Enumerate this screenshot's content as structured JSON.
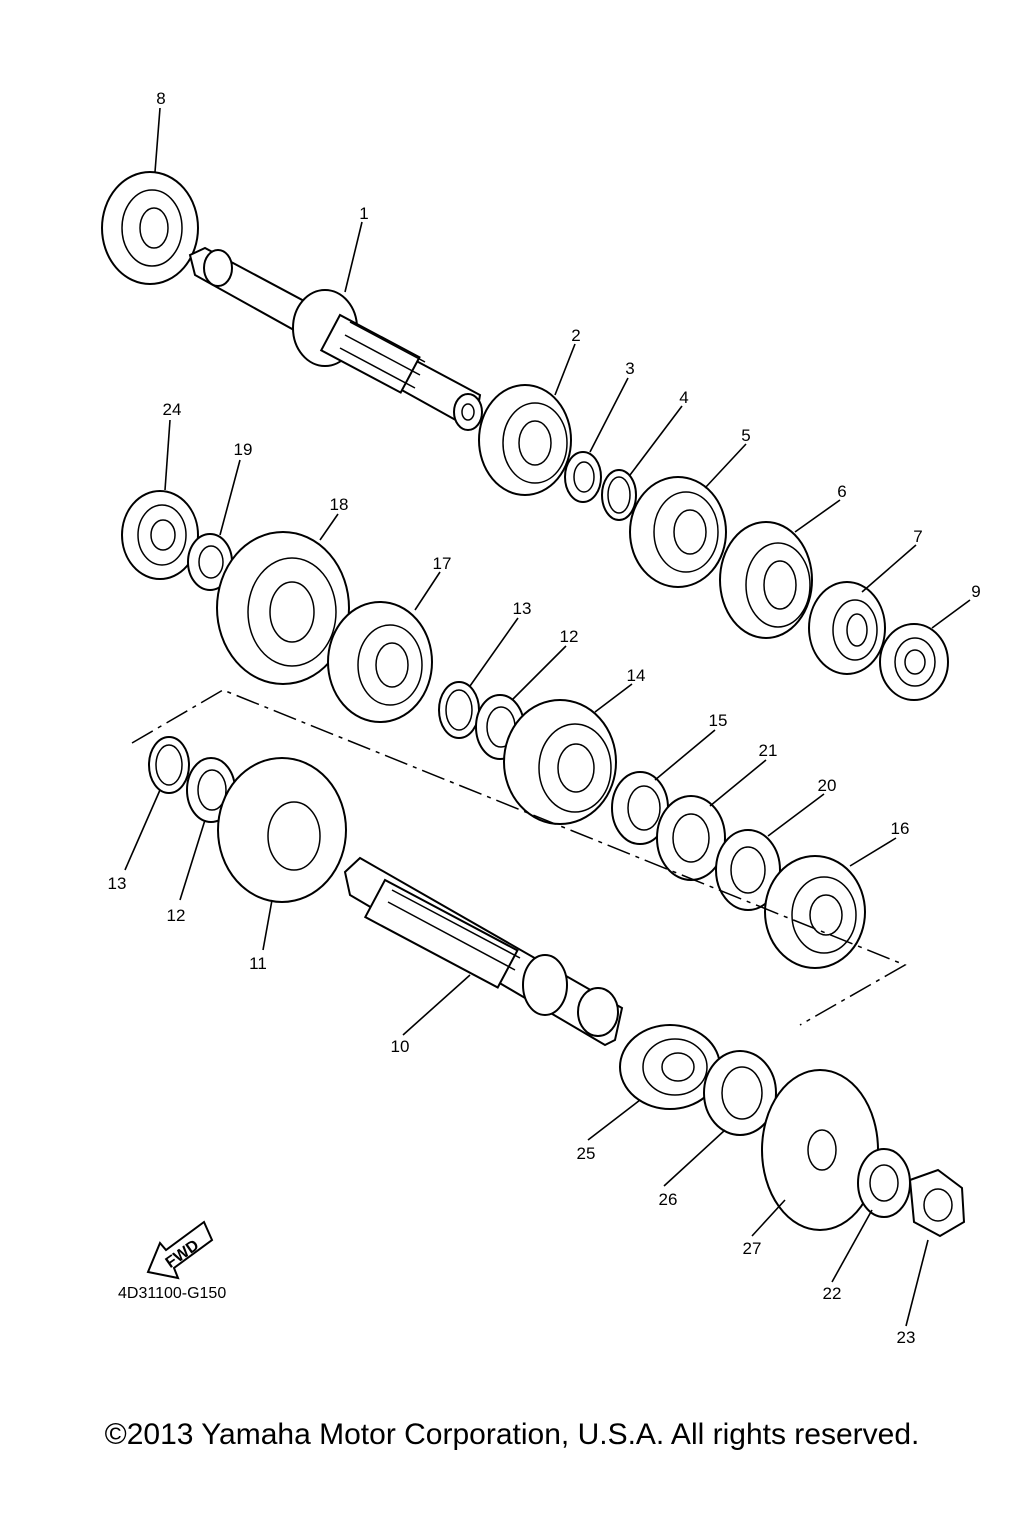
{
  "callouts": [
    "1",
    "2",
    "3",
    "4",
    "5",
    "6",
    "7",
    "8",
    "9",
    "10",
    "11",
    "12",
    "12",
    "13",
    "13",
    "14",
    "15",
    "16",
    "17",
    "18",
    "19",
    "20",
    "21",
    "22",
    "23",
    "24",
    "25",
    "26",
    "27"
  ],
  "fwd_label": "FWD",
  "diagram_code": "4D31100-G150",
  "copyright": "©2013 Yamaha Motor Corporation, U.S.A. All rights reserved.",
  "icons": {
    "forward_arrow": "fwd-arrow-icon"
  },
  "colors": {
    "ink": "#000000",
    "paper": "#ffffff"
  }
}
